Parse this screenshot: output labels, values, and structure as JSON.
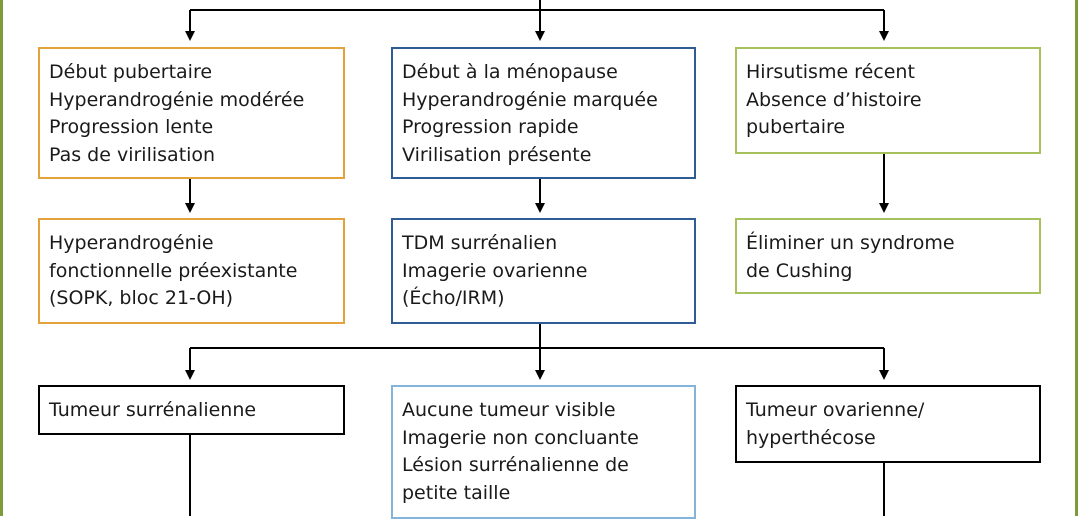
{
  "boxes": {
    "puberty": {
      "lines": [
        "Début pubertaire",
        "Hyperandrogénie modérée",
        "Progression lente",
        "Pas de virilisation"
      ]
    },
    "menopause": {
      "lines": [
        "Début à la ménopause",
        "Hyperandrogénie marquée",
        "Progression rapide",
        "Virilisation présente"
      ]
    },
    "recent": {
      "lines": [
        "Hirsutisme récent",
        "Absence d’histoire",
        "pubertaire"
      ]
    },
    "functional": {
      "lines": [
        "Hyperandrogénie",
        "fonctionnelle préexistante",
        "(SOPK, bloc 21-OH)"
      ]
    },
    "imaging": {
      "lines": [
        "TDM surrénalien",
        "Imagerie ovarienne",
        "(Écho/IRM)"
      ]
    },
    "cushing": {
      "lines": [
        "Éliminer un syndrome",
        "de Cushing"
      ]
    },
    "adrenal_tumor": {
      "lines": [
        "Tumeur surrénalienne"
      ]
    },
    "no_tumor": {
      "lines": [
        "Aucune tumeur visible",
        "Imagerie non concluante",
        "Lésion surrénalienne de",
        "petite taille"
      ]
    },
    "ovarian_tumor": {
      "lines": [
        "Tumeur ovarienne/",
        "hyperthécose"
      ]
    }
  },
  "colors": {
    "frame": "#7f9a3a",
    "orange": "#e3a23a",
    "blue": "#2f5c94",
    "green": "#a6c15b",
    "light_blue": "#86b3d8",
    "black": "#000000"
  }
}
